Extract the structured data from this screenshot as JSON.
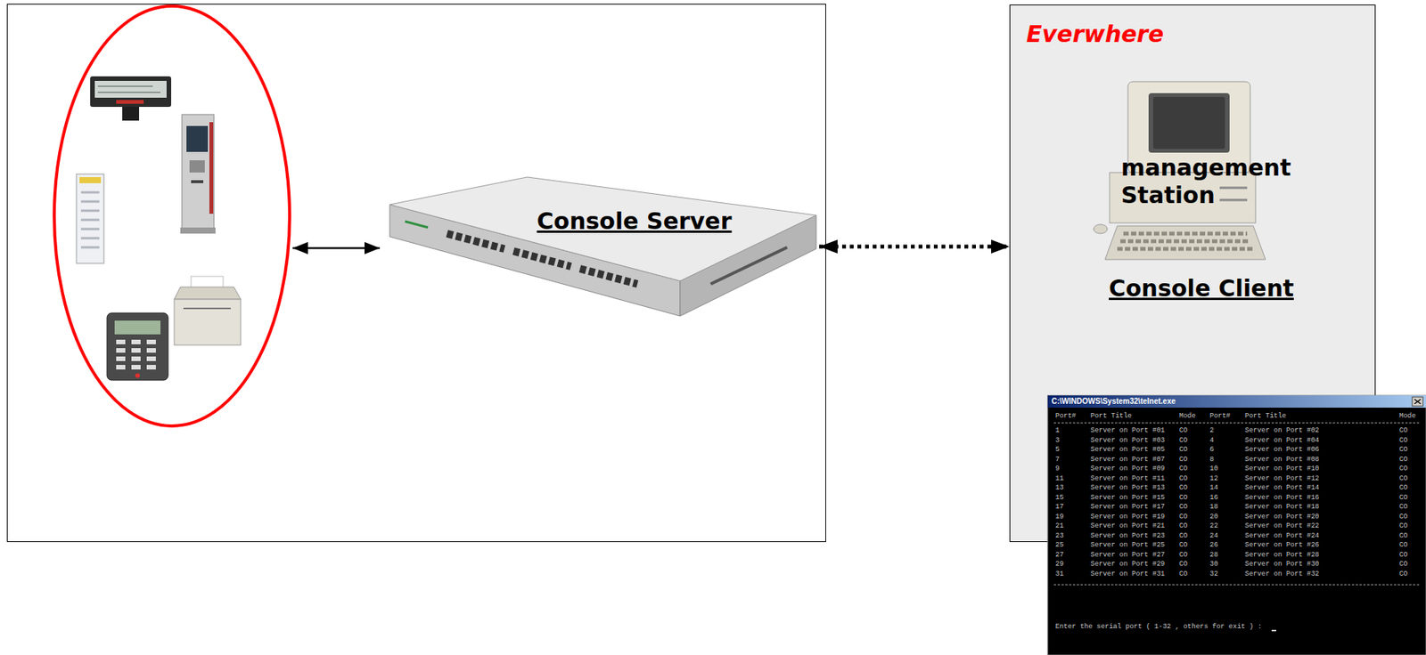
{
  "diagram": {
    "nodes": [
      {
        "text": [
          "Console Server"
        ]
      },
      {
        "text": [
          "Everwhere"
        ]
      },
      {
        "text": [
          "management Station",
          "Console Client"
        ],
        "in": 1
      }
    ],
    "edges": [
      {
        "from": 0,
        "to": 1,
        "arrow": "both"
      }
    ],
    "labels": [
      "C:\\WINDOWS\\System32\\telnet.exe",
      "Port#",
      "Port Title",
      "Mode",
      "Port#",
      "Port Title",
      "Mode",
      "1",
      "Server on Port #01",
      "CO",
      "2",
      "Server on Port #02",
      "CO",
      "3",
      "Server on Port #03",
      "CO",
      "4",
      "Server on Port #04",
      "CO",
      "5",
      "Server on Port #05",
      "CO",
      "6",
      "Server on Port #06",
      "CO",
      "7",
      "Server on Port #07",
      "CO",
      "8",
      "Server on Port #08",
      "CO",
      "9",
      "Server on Port #09",
      "CO",
      "10",
      "Server on Port #10",
      "CO",
      "11",
      "Server on Port #11",
      "CO",
      "12",
      "Server on Port #12",
      "CO",
      "13",
      "Server on Port #13",
      "CO",
      "14",
      "Server on Port #14",
      "CO",
      "15",
      "Server on Port #15",
      "CO",
      "16",
      "Server on Port #16",
      "CO",
      "17",
      "Server on Port #17",
      "CO",
      "18",
      "Server on Port #18",
      "CO",
      "19",
      "Server on Port #19",
      "CO",
      "20",
      "Server on Port #20",
      "CO",
      "21",
      "Server on Port #21",
      "CO",
      "22",
      "Server on Port #22",
      "CO",
      "23",
      "Server on Port #23",
      "CO",
      "24",
      "Server on Port #24",
      "CO",
      "25",
      "Server on Port #25",
      "CO",
      "26",
      "Server on Port #26",
      "CO",
      "27",
      "Server on Port #27",
      "CO",
      "28",
      "Server on Port #28",
      "CO",
      "29",
      "Server on Port #29",
      "CO",
      "30",
      "Server on Port #30",
      "CO",
      "31",
      "Server on Port #31",
      "CO",
      "32",
      "Server on Port #32",
      "CO",
      "Enter the serial port ( 1-32 , others for exit ) :"
    ]
  }
}
